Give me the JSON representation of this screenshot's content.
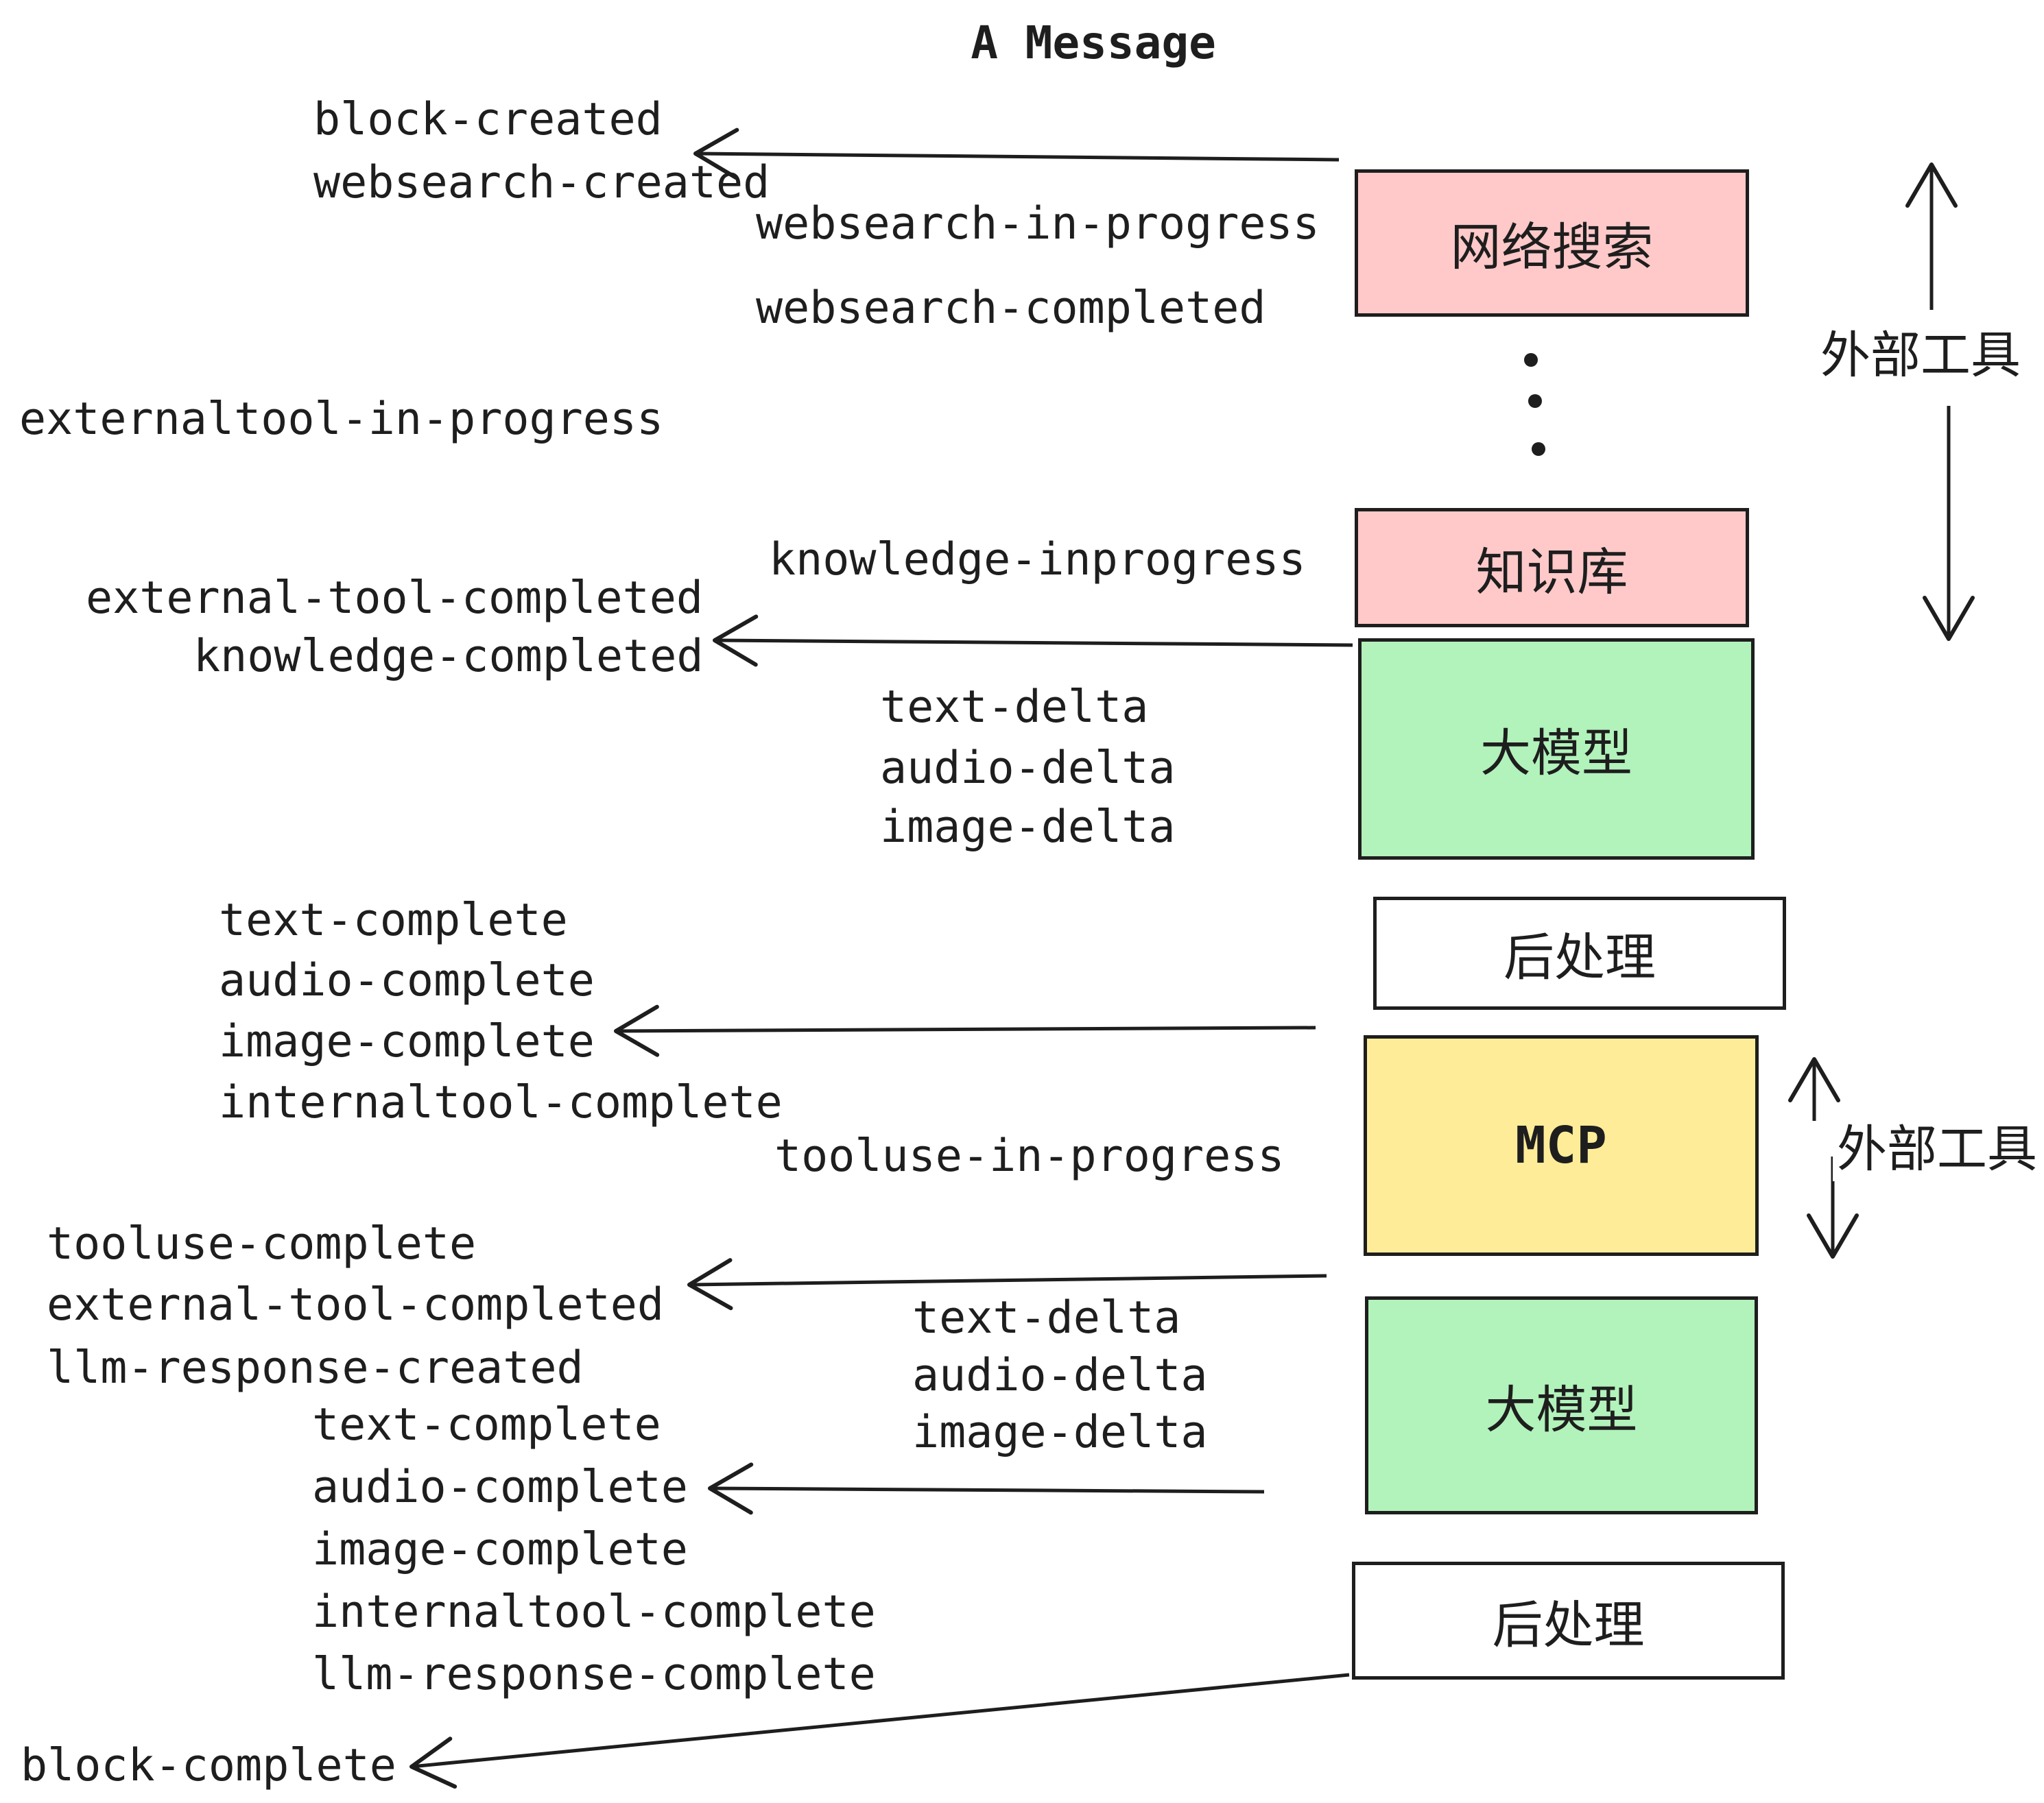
{
  "title": "A Message",
  "colors": {
    "pink": "#ffc9c9",
    "green": "#b2f2bb",
    "yellow": "#ffec99",
    "ink": "#1e1e1e",
    "box_border": "#1e1e1e",
    "background": "#ffffff"
  },
  "events": {
    "block_created": "block-created",
    "websearch_created": "websearch-created",
    "websearch_in_progress": "websearch-in-progress",
    "websearch_completed": "websearch-completed",
    "externaltool_in_progress": "externaltool-in-progress",
    "knowledge_inprogress": "knowledge-inprogress",
    "external_tool_completed": "external-tool-completed",
    "knowledge_completed": "knowledge-completed",
    "text_delta": "text-delta",
    "audio_delta": "audio-delta",
    "image_delta": "image-delta",
    "text_complete": "text-complete",
    "audio_complete": "audio-complete",
    "image_complete": "image-complete",
    "internaltool_complete": "internaltool-complete",
    "tooluse_in_progress": "tooluse-in-progress",
    "tooluse_complete": "tooluse-complete",
    "llm_response_created": "llm-response-created",
    "llm_response_complete": "llm-response-complete",
    "block_complete": "block-complete"
  },
  "boxes": {
    "websearch": "网络搜索",
    "knowledge": "知识库",
    "llm": "大模型",
    "postprocess": "后处理",
    "mcp": "MCP"
  },
  "side_labels": {
    "external_tools": "外部工具"
  }
}
